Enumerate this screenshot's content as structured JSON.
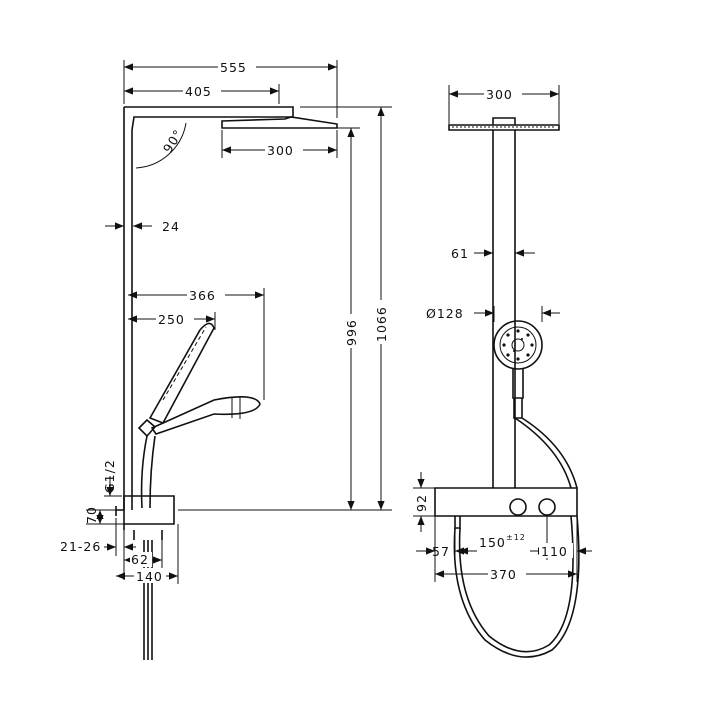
{
  "drawing": {
    "side_view": {
      "dims": {
        "total_width": "555",
        "arm_length": "405",
        "head_width": "300",
        "angle": "90°",
        "pipe_offset": "24",
        "handshower_reach": "366",
        "handshower_holder": "250",
        "height_head": "996",
        "height_total": "1066",
        "thread": "G1/2",
        "valve_offset": "70",
        "wall_distance": "21-26",
        "valve_depth": "62",
        "valve_width": "140"
      }
    },
    "front_view": {
      "dims": {
        "head_width": "300",
        "pipe_diameter": "61",
        "handshower_diameter": "Ø128",
        "valve_height": "92",
        "left_offset": "57",
        "connection_spacing": "150",
        "connection_tolerance": "±12",
        "right_offset": "110",
        "valve_width": "370"
      }
    }
  }
}
